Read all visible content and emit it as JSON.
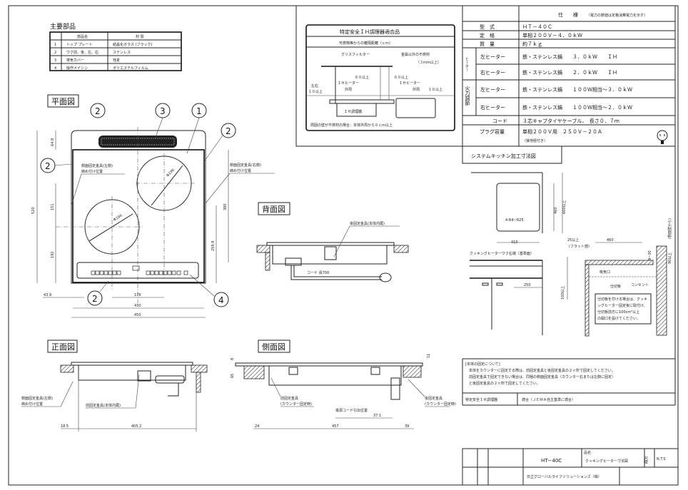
{
  "parts": {
    "title": "主要部品",
    "headers": [
      "部品名",
      "材 質"
    ],
    "rows": [
      {
        "no": "1",
        "name": "トップ プレート",
        "material": "結晶化ガラス (ブラック)"
      },
      {
        "no": "2",
        "name": "ワク前、後、左、右",
        "material": "ステンレス"
      },
      {
        "no": "3",
        "name": "排気カバー",
        "material": "珪素"
      },
      {
        "no": "4",
        "name": "操作メイシン",
        "material": "ポリエステルフィルム"
      }
    ]
  },
  "views": {
    "plan": "平面図",
    "back": "背面図",
    "front": "正面図",
    "side": "側面図",
    "kitchen": "システムキッチン加工寸法図"
  },
  "plan": {
    "callouts": [
      "2",
      "3",
      "1",
      "2",
      "2",
      "2",
      "4"
    ],
    "left_fix": [
      "側面固定金具(左側)",
      "締め付け位置"
    ],
    "right_fix": [
      "側面固定金具(右側)",
      "締め付け位置"
    ],
    "dims": {
      "d520": "520",
      "d430": "430",
      "d450": "450",
      "d176": "176",
      "d43": "43.9",
      "d151": "151",
      "d192": "192",
      "d380": "380",
      "d259": "259.9",
      "d64": "64.8",
      "dia_r": "Φ196",
      "dia_l": "Φ196"
    }
  },
  "back": {
    "fix": "後固定金具(本体内蔵)",
    "cord": "コード 長700"
  },
  "front": {
    "left_fix": [
      "側面固定金具(左側)",
      "締め付け位置"
    ],
    "front_fix": "前固定金具(本体内蔵)",
    "d1": "18.5",
    "d2": "405.2"
  },
  "side": {
    "front_fix": [
      "前固定金具",
      "(カウンター固定時)"
    ],
    "rear_fix": [
      "後固定金具",
      "(カウンター固定時)"
    ],
    "cord_pos": "電源コード引出位置",
    "d_cord": "37.1",
    "d1": "24",
    "d2": "457",
    "d3": "39",
    "h1": "65",
    "h2": "8",
    "h3": "11"
  },
  "safety": {
    "title": "特定安全ＩＨ調理器適合品",
    "subtitle": "可燃物等からの離隔距離（ｃｍ）",
    "grease": "グリスフィルター",
    "nonmetal": "金属以外の不燃材",
    "nonmetal2": "（３mm以上）",
    "h60a": "６０以上",
    "h60b": "６０以上",
    "lr": "左右",
    "lr10": "１０以上",
    "ih1": "ＩＨヒーター",
    "ih1b": "外周",
    "ih2": "ＩＨヒーター",
    "ih2b": "外周",
    "r10": "１０以上",
    "device": "ＩＨ調理器",
    "note": "周囲の壁が不燃材の場合：本体外周から０ｃｍ以上"
  },
  "spec": {
    "title": "仕　　様",
    "title_note": "（電力の数値は定格消費電力を示す）",
    "rows": [
      {
        "label": "型　式",
        "value": "ＨＴ－４０Ｃ"
      },
      {
        "label": "定　格",
        "value": "単相２００Ｖ－４．０ｋＷ"
      },
      {
        "label": "質　量",
        "value": "約７ｋｇ"
      }
    ],
    "heater_group": "ヒーター",
    "heater_rows": [
      {
        "label": "左ヒーター",
        "value": "鉄・ステンレス鍋　　３．０ｋＷ　　ＩＨ"
      },
      {
        "label": "右ヒーター",
        "value": "鉄・ステンレス鍋　　２．０ｋＷ　　ＩＨ"
      }
    ],
    "power_group": "火力調節",
    "power_rows": [
      {
        "label": "左ヒーター",
        "value": "鉄・ステンレス鍋　　１００Ｗ相当～３．０ｋＷ"
      },
      {
        "label": "右ヒーター",
        "value": "鉄・ステンレス鍋　　１００Ｗ相当～２．０ｋＷ"
      }
    ],
    "cord_label": "コード",
    "cord_value": "３芯キャブタイヤケーブル、　長さ０．７ｍ",
    "plug_label": "プラグ容量",
    "plug_value": "単相２００Ｖ用　２５０Ｖ－２０Ａ",
    "plug_value2": "（接地極付き）"
  },
  "kitchen": {
    "r": "4-R4~R25",
    "w410": "410",
    "h460": "460",
    "h600": "600以上",
    "right_edge": "クッキングヒーターワク右端（基準面）",
    "d250": "250",
    "d100": "100以上",
    "d25": "25以上",
    "flat": "(フラット部)",
    "w460": "460",
    "d9_30": "9~30",
    "d90": "90以上",
    "wall": "(側面壁から)",
    "vent": "吸気口",
    "partition": "仕切板",
    "outlet": "コンセント",
    "note": [
      "仕切板を付ける場合は、クッキ",
      "ングヒーター固定後に取付け、",
      "仕切板前方に100cm²以上",
      "の開口を設けてください。"
    ]
  },
  "fixing_note": {
    "title": "[本体の固定について]",
    "lines": [
      "本体をカウンターに固定する際は、前固定金具と後固定金具の２ヶ所で固定してください。",
      "前固定金具で固定できない場合は、同梱の側面固定金具（カウンター右または左側に固定）",
      "と後固定金具の２ヶ所で固定してください。"
    ]
  },
  "compliance": {
    "label": "特定安全ＩＨ調理器",
    "value": "適合（ＪＥＭＡ自主基準に適合）"
  },
  "title_block": {
    "model": "HT−40C",
    "name_label": "品名",
    "name": "クッキングヒーター寸法図",
    "scale_label": "尺度",
    "scale": "N.T.S",
    "company": "日立グローバルライフソリューションズ（株）"
  }
}
